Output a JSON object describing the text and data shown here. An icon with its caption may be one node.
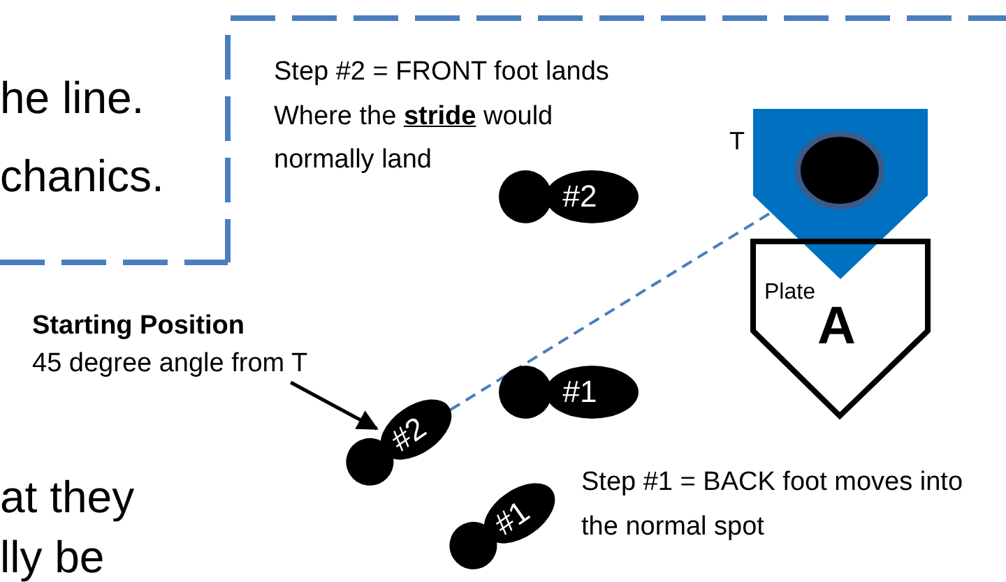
{
  "diagram": {
    "nodes": [
      {
        "text": [
          "Starting Position",
          "45 degree angle from T"
        ]
      },
      {
        "text": [
          "#2"
        ]
      },
      {
        "text": [
          "#1"
        ]
      },
      {
        "text": [
          "#2"
        ]
      },
      {
        "text": [
          "#1"
        ]
      },
      {
        "text": [
          "T"
        ]
      },
      {
        "text": [],
        "shape": "circle",
        "in": 5
      },
      {
        "text": [
          "Plate",
          "A"
        ]
      }
    ],
    "edges": [
      {
        "from": 0,
        "to": 3,
        "arrow": "to"
      },
      {
        "from": 3,
        "to": 6,
        "arrow": "none",
        "style": "dashed",
        "color": "#4a7ebf"
      }
    ],
    "labels": [
      "he line.",
      "chanics.",
      "Step #2 = FRONT foot lands",
      "Where the **stride** would normally land",
      "at they",
      "lly be",
      "Step #1 = BACK foot moves into the normal spot"
    ]
  }
}
